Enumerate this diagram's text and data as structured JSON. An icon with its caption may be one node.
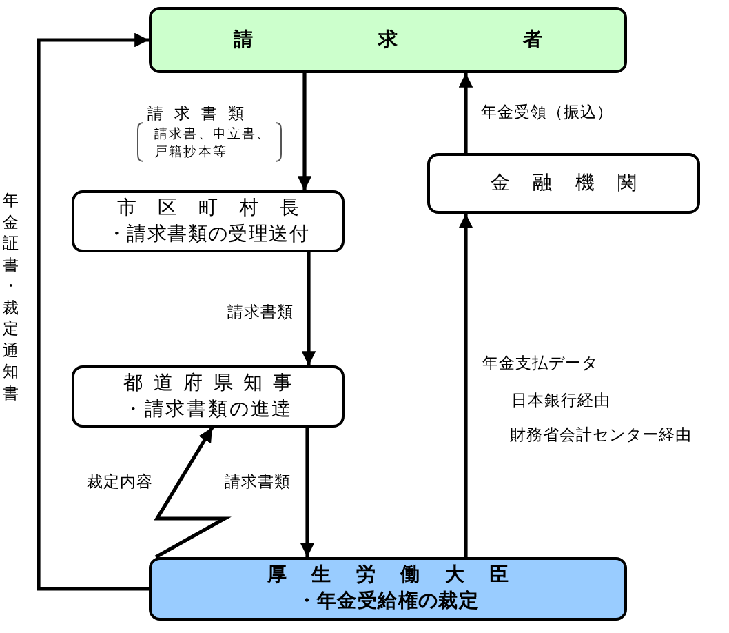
{
  "diagram": {
    "nodes": [
      {
        "text": [
          "請求者"
        ]
      },
      {
        "text": [
          "市区町村長",
          "・請求書類の受理送付"
        ]
      },
      {
        "text": [
          "金融機関"
        ]
      },
      {
        "text": [
          "都道府県知事",
          "・請求書類の進達"
        ]
      },
      {
        "text": [
          "厚生労働大臣",
          "・年金受給権の裁定"
        ]
      }
    ],
    "edges": [
      {
        "from": 0,
        "to": 1,
        "arrow": "to",
        "label": "請求書類"
      },
      {
        "from": 1,
        "to": 3,
        "arrow": "to",
        "label": "請求書類"
      },
      {
        "from": 3,
        "to": 4,
        "arrow": "to",
        "label": "請求書類"
      },
      {
        "from": 4,
        "to": 3,
        "arrow": "to",
        "label": "裁定内容"
      },
      {
        "from": 4,
        "to": 2,
        "arrow": "to",
        "label": "年金支払データ"
      },
      {
        "from": 2,
        "to": 0,
        "arrow": "to",
        "label": "年金受領（振込）"
      },
      {
        "from": 4,
        "to": 0,
        "arrow": "to",
        "label": "年金証書・裁定通知書"
      }
    ],
    "labels": [
      "請求書、申立書、戸籍抄本等",
      "日本銀行経由",
      "財務省会計センター経由"
    ]
  }
}
